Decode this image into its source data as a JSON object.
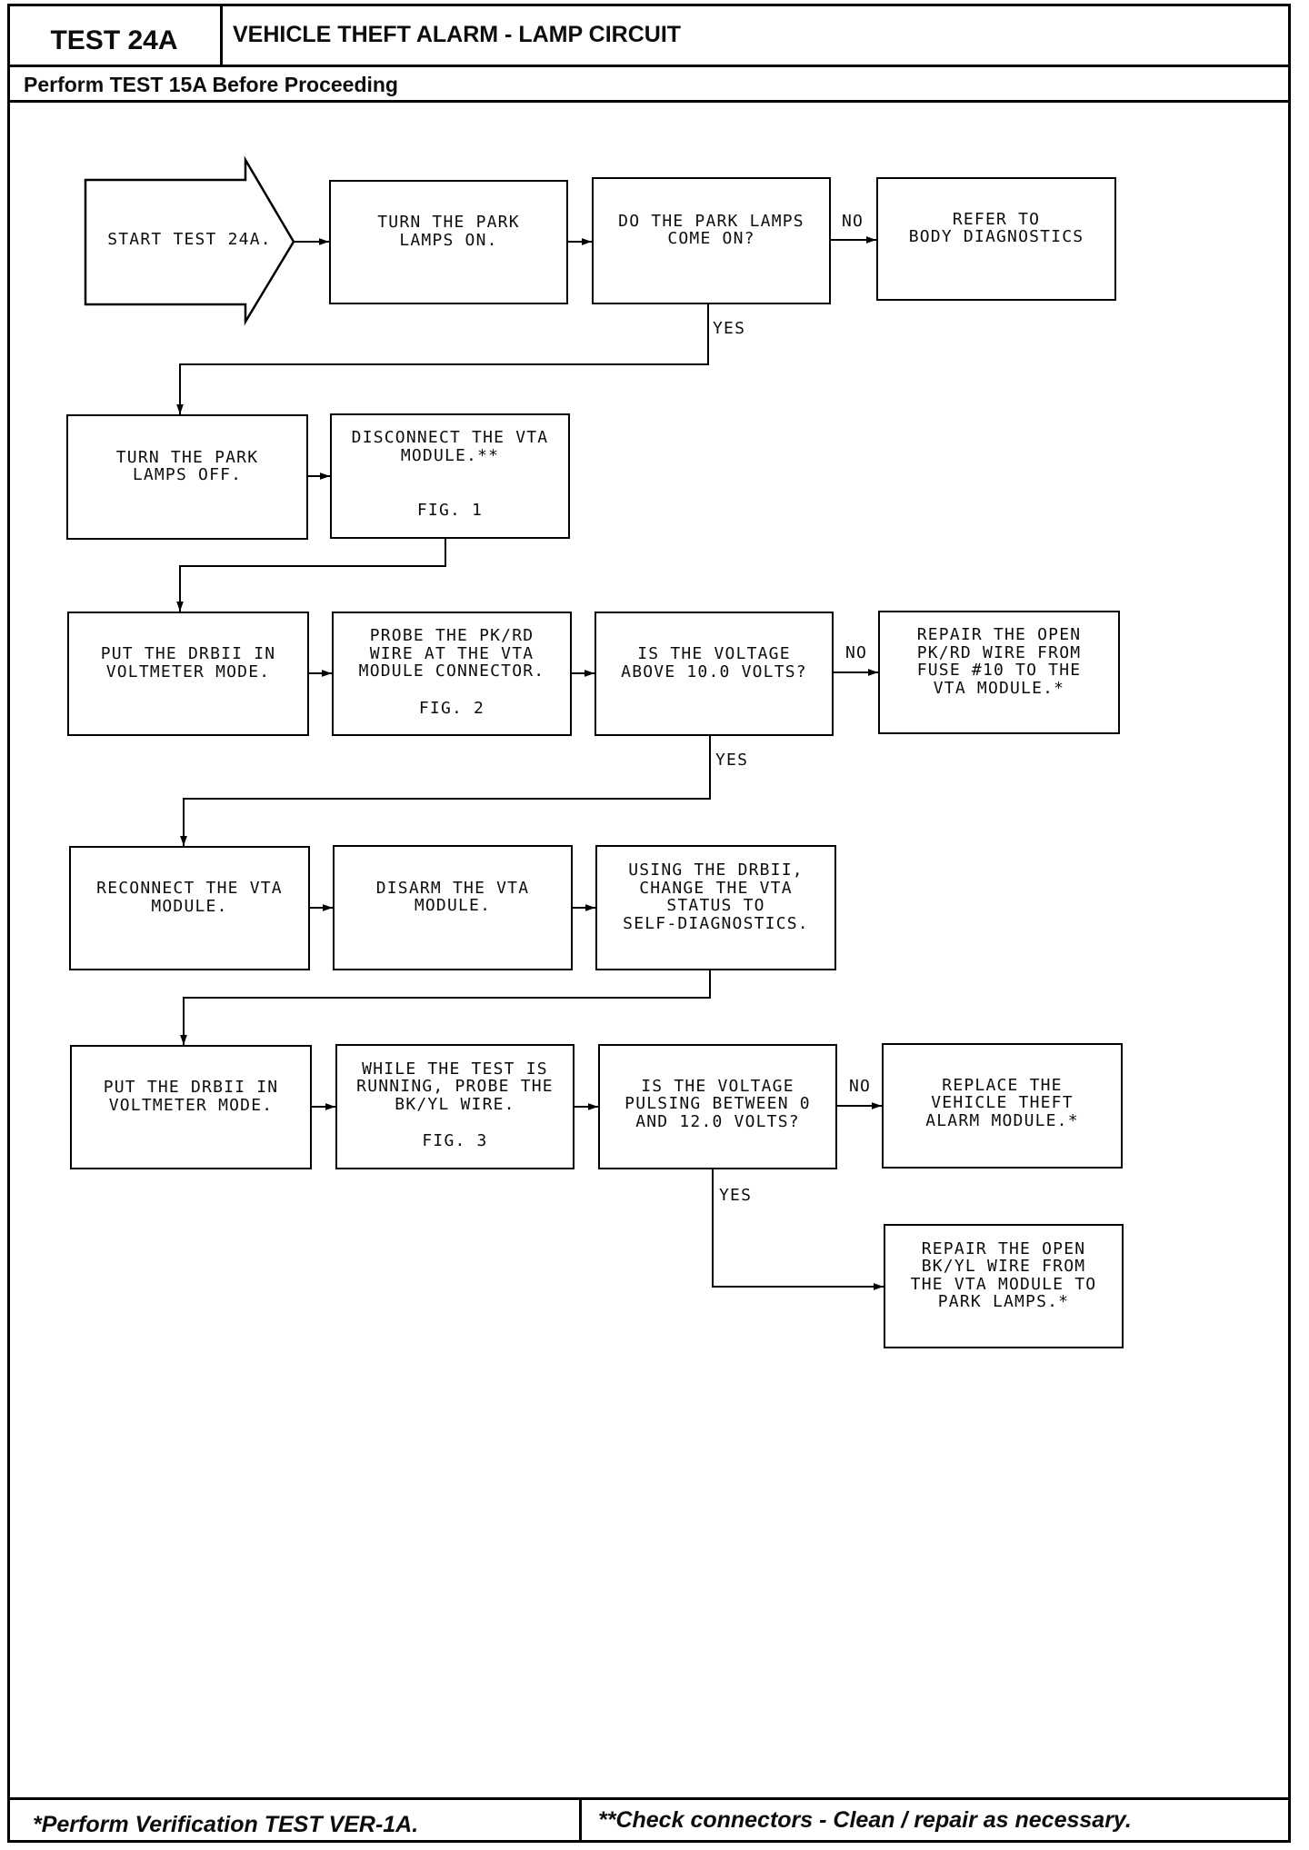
{
  "header": {
    "test_id": "TEST 24A",
    "title": "VEHICLE THEFT ALARM - LAMP CIRCUIT",
    "prerequisite": "Perform TEST 15A Before Proceeding"
  },
  "flowchart": {
    "start": {
      "text": "START TEST 24A."
    },
    "turn_lamps_on": {
      "lines": [
        "TURN THE PARK",
        "LAMPS ON."
      ]
    },
    "lamps_come_on": {
      "lines": [
        "DO THE PARK LAMPS",
        "COME ON?"
      ],
      "no_label": "NO",
      "yes_label": "YES"
    },
    "refer_body_diagnostics": {
      "lines": [
        "REFER TO",
        "BODY DIAGNOSTICS"
      ]
    },
    "turn_lamps_off": {
      "lines": [
        "TURN THE PARK",
        "LAMPS OFF."
      ]
    },
    "disconnect_vta": {
      "lines": [
        "DISCONNECT THE VTA",
        "MODULE.**"
      ],
      "figure": "FIG. 1"
    },
    "drbii_voltmeter_1": {
      "lines": [
        "PUT THE DRBII IN",
        "VOLTMETER MODE."
      ]
    },
    "probe_pk_rd": {
      "lines": [
        "PROBE THE PK/RD",
        "WIRE AT THE VTA",
        "MODULE CONNECTOR."
      ],
      "figure": "FIG. 2"
    },
    "voltage_above_10": {
      "lines": [
        "IS THE VOLTAGE",
        "ABOVE 10.0 VOLTS?"
      ],
      "no_label": "NO",
      "yes_label": "YES"
    },
    "repair_pk_rd": {
      "lines": [
        "REPAIR THE OPEN",
        "PK/RD WIRE FROM",
        "FUSE #10 TO THE",
        "VTA MODULE.*"
      ]
    },
    "reconnect_vta": {
      "lines": [
        "RECONNECT THE VTA",
        "MODULE."
      ]
    },
    "disarm_vta": {
      "lines": [
        "DISARM THE VTA",
        "MODULE."
      ]
    },
    "self_diagnostics": {
      "lines": [
        "USING THE DRBII,",
        "CHANGE THE VTA",
        "STATUS TO",
        "SELF-DIAGNOSTICS."
      ]
    },
    "drbii_voltmeter_2": {
      "lines": [
        "PUT THE DRBII IN",
        "VOLTMETER MODE."
      ]
    },
    "probe_bk_yl": {
      "lines": [
        "WHILE THE TEST IS",
        "RUNNING, PROBE THE",
        "BK/YL WIRE."
      ],
      "figure": "FIG. 3"
    },
    "voltage_pulsing": {
      "lines": [
        "IS THE VOLTAGE",
        "PULSING BETWEEN 0",
        "AND 12.0 VOLTS?"
      ],
      "no_label": "NO",
      "yes_label": "YES"
    },
    "replace_module": {
      "lines": [
        "REPLACE THE",
        "VEHICLE THEFT",
        "ALARM MODULE.*"
      ]
    },
    "repair_bk_yl": {
      "lines": [
        "REPAIR THE OPEN",
        "BK/YL WIRE FROM",
        "THE VTA MODULE TO",
        "PARK LAMPS.*"
      ]
    }
  },
  "footer": {
    "verification_note": "*Perform Verification TEST VER-1A.",
    "connector_note": "**Check connectors - Clean / repair as necessary."
  }
}
